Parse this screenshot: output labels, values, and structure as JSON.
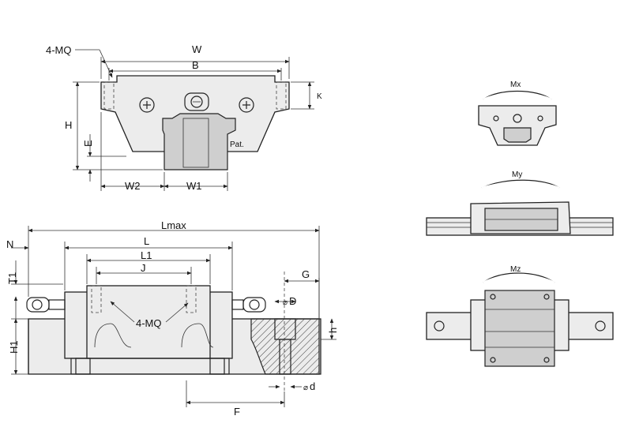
{
  "front_view": {
    "labels": {
      "mq": "4-MQ",
      "w": "W",
      "b": "B",
      "h": "H",
      "e": "E",
      "k": "K",
      "w2": "W2",
      "w1": "W1",
      "pat": "Pat."
    }
  },
  "side_view": {
    "labels": {
      "lmax": "Lmax",
      "n": "N",
      "l": "L",
      "l1": "L1",
      "j": "J",
      "t1": "T1",
      "h1": "H1",
      "mq": "4-MQ",
      "g": "G",
      "d_big": "D",
      "d_small": "d",
      "h_small": "h",
      "f": "F"
    },
    "diameter_symbol": "⌀"
  },
  "moment_views": {
    "mx": "Mx",
    "my": "My",
    "mz": "Mz"
  }
}
